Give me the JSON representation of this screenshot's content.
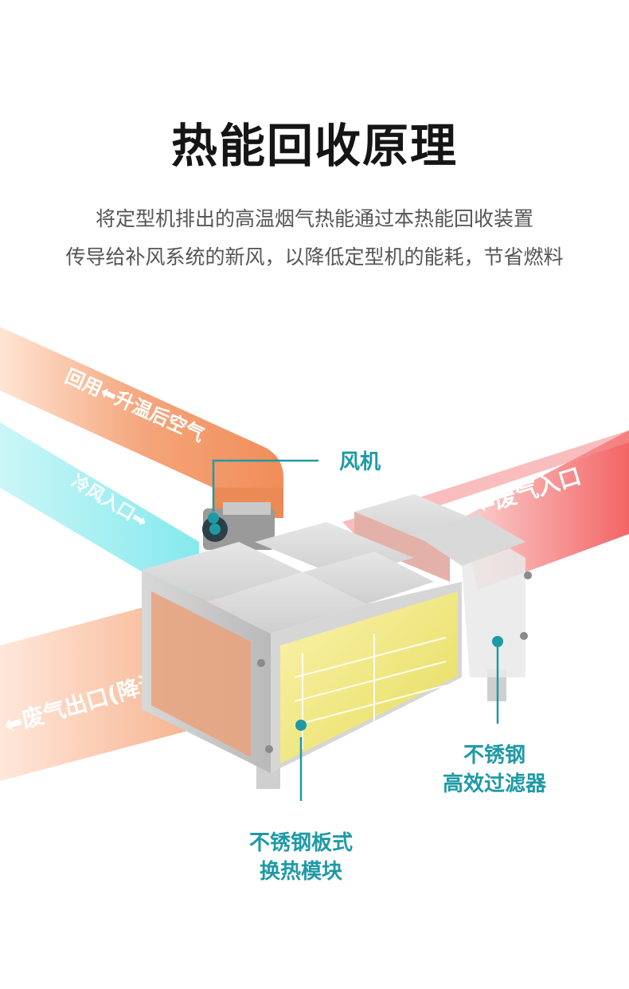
{
  "page": {
    "title": "热能回收原理",
    "description_line1": "将定型机排出的高温烟气热能通过本热能回收装置",
    "description_line2": "传导给补风系统的新风，以降低定型机的能耗，节省燃料"
  },
  "diagram": {
    "ducts": {
      "return_air": "回用⬅升温后空气",
      "cold_air_in": "冷风入口➡",
      "exhaust_in": "⬅废气入口",
      "exhaust_out": "⬅废气出口(降温后)"
    },
    "callouts": {
      "fan": "风机",
      "filter_line1": "不锈钢",
      "filter_line2": "高效过滤器",
      "exchanger_line1": "不锈钢板式",
      "exchanger_line2": "换热模块"
    },
    "colors": {
      "hot_duct": "#f0874f",
      "cold_duct": "#7ee8ec",
      "exhaust_duct": "#f25d5d",
      "callout_accent": "#1e9aa6",
      "exchanger_glow": "#f2ec6a"
    }
  }
}
